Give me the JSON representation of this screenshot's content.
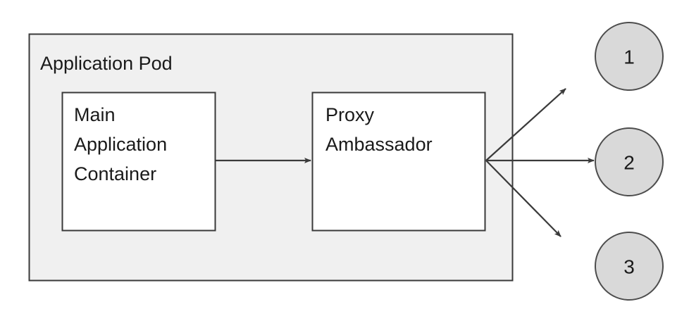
{
  "diagram": {
    "type": "ambassador-pattern-diagram",
    "colors": {
      "pod_fill": "#f0f0f0",
      "pod_stroke": "#3a3a3a",
      "container_fill": "#ffffff",
      "container_stroke": "#3a3a3a",
      "circle_fill": "#d9d9d9",
      "circle_stroke": "#4d4d4d",
      "arrow_color": "#3a3a3a",
      "text_color": "#1a1a1a",
      "background": "#ffffff"
    },
    "pod": {
      "label": "Application Pod"
    },
    "containers": [
      {
        "name": "main-application-container",
        "lines": [
          "Main",
          "Application",
          "Container"
        ]
      },
      {
        "name": "proxy-ambassador-container",
        "lines": [
          "Proxy",
          "Ambassador"
        ]
      }
    ],
    "external_services": [
      {
        "name": "service-1",
        "label": "1"
      },
      {
        "name": "service-2",
        "label": "2"
      },
      {
        "name": "service-3",
        "label": "3"
      }
    ],
    "connections": [
      {
        "name": "main-to-proxy",
        "from": "main-application-container",
        "to": "proxy-ambassador-container"
      },
      {
        "name": "proxy-to-service-1",
        "from": "proxy-ambassador-container",
        "to": "service-1"
      },
      {
        "name": "proxy-to-service-2",
        "from": "proxy-ambassador-container",
        "to": "service-2"
      },
      {
        "name": "proxy-to-service-3",
        "from": "proxy-ambassador-container",
        "to": "service-3"
      }
    ]
  }
}
